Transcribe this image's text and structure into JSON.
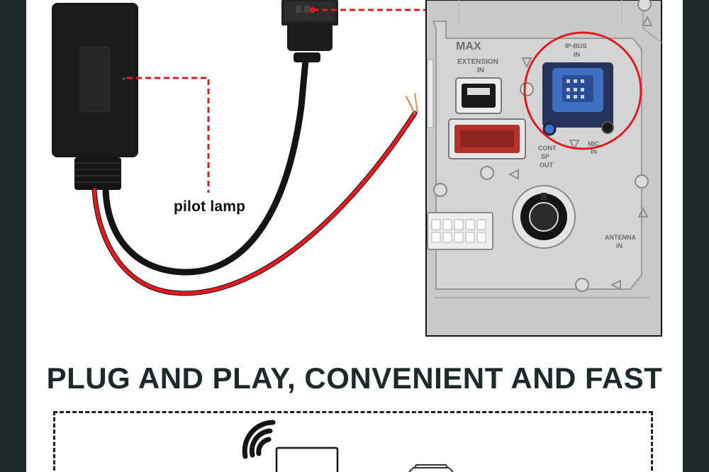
{
  "callout": {
    "pilot_lamp_label": "pilot lamp"
  },
  "headline": "PLUG AND PLAY, CONVENIENT AND FAST",
  "panel_labels": {
    "max": "MAX",
    "extension": "EXTENSION",
    "extension_in": "IN",
    "ipbus": "IP-BUS",
    "ipbus_in": "IN",
    "mic": "MIC",
    "mic_in": "IN",
    "cont": "CONT",
    "sp": "SP",
    "out": "OUT",
    "antenna": "ANTENNA",
    "antenna_in": "IN"
  },
  "colors": {
    "page_frame": "#1f2a2a",
    "accent_red": "#e01b22",
    "headline_text": "#1e2a2a",
    "connector_blue": "#3f6fc0"
  },
  "icons": [
    "wifi-signal-icon",
    "bluetooth-module-icon",
    "connector-plug-icon"
  ]
}
